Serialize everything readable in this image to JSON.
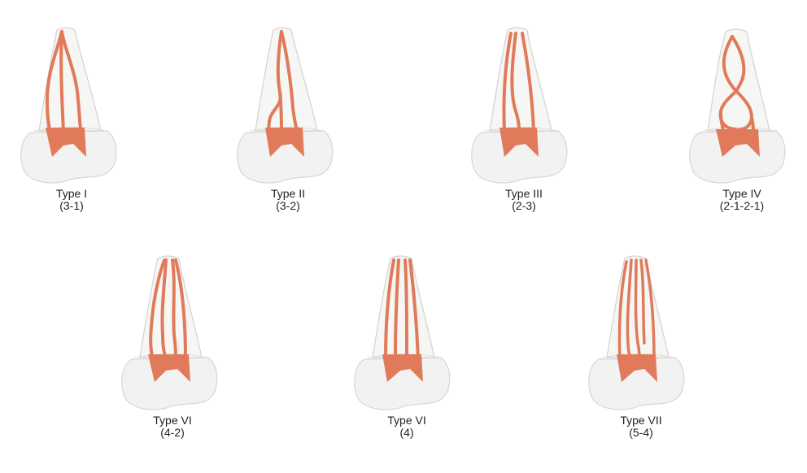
{
  "figures": [
    {
      "title": "Type I",
      "code": "(3-1)"
    },
    {
      "title": "Type II",
      "code": "(3-2)"
    },
    {
      "title": "Type III",
      "code": "(2-3)"
    },
    {
      "title": "Type IV",
      "code": "(2-1-2-1)"
    },
    {
      "title": "Type VI",
      "code": "(4-2)"
    },
    {
      "title": "Type VI",
      "code": "(4)"
    },
    {
      "title": "Type VII",
      "code": "(5-4)"
    }
  ],
  "colors": {
    "canal": "#e07a5a",
    "tooth": "#f2f2f2"
  }
}
